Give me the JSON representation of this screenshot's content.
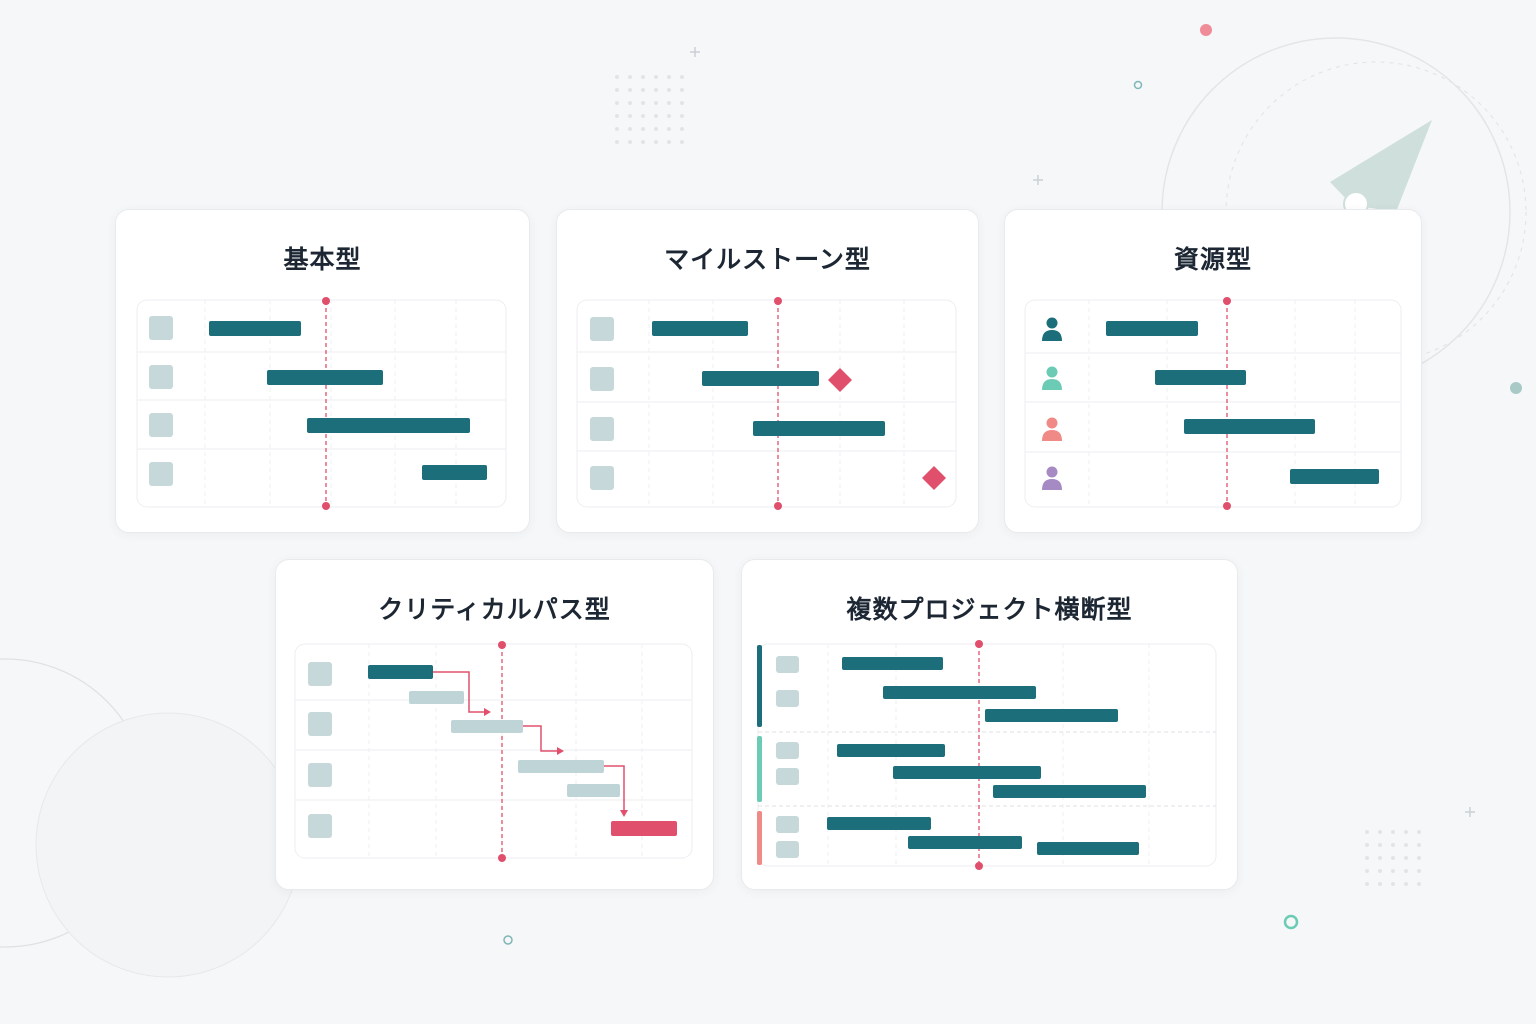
{
  "colors": {
    "bar": "#1b6e7a",
    "bar_light": "#bfd4d6",
    "accent": "#e0506c",
    "row_icon": "#c6d8da",
    "grid": "#eceef0",
    "group_1": "#1b6e7a",
    "group_2": "#6ccbb5",
    "group_3": "#f08a87",
    "person_1": "#1b6e7a",
    "person_2": "#6ccbb5",
    "person_3": "#f08a87",
    "person_4": "#a58ac3"
  },
  "cards": {
    "basic": {
      "title": "基本型"
    },
    "milestone": {
      "title": "マイルストーン型"
    },
    "resource": {
      "title": "資源型"
    },
    "critical": {
      "title": "クリティカルパス型"
    },
    "multi": {
      "title": "複数プロジェクト横断型"
    }
  },
  "icons": [
    "paper-plane-icon",
    "person-icon",
    "milestone-diamond-icon",
    "dependency-arrow-icon"
  ]
}
